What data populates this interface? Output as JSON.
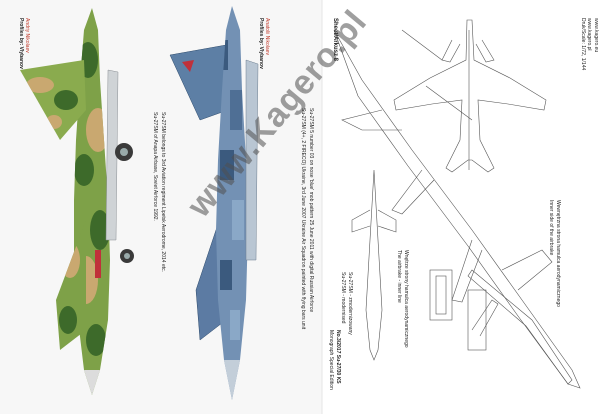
{
  "watermark": "www.Kagero.pl",
  "left_panel": {
    "author_1": "Profiles by: Vlybanov",
    "author_1_sub": "Andriy Nikolaev",
    "author_2": "Profiles by: Vlybanov",
    "author_2_sub": "Anatolii Nikolaev",
    "caption_1_line1": "Su-27SM of Anapa Airbase, Soviet Airforce 1992.",
    "caption_1_line2": "Su-27SM belongs to 3rd Aviation regiment Lipetsk Aerodrome, 2014 etc.",
    "caption_2_line1": "Su-27SM (4+, 2 FIRECO) Ukraine, 3rd June 2007 Ukraine Air Squadron painted with flying bars unit",
    "caption_2_line2": "Su-27SM 5 number 03 on nose 'blue' mob pattern 25 June 2011 with digital Russian Airforce"
  },
  "right_panel": {
    "title": "Sheet/Arkusz 8",
    "brand_line1": "www.kagero.pl",
    "brand_line2": "www.kagero.eu",
    "scale_note": "Druk/Scale: 1/72, 1/144",
    "note_1_line1": "Inner side of the airbrake",
    "note_1_line2": "Wewnętrzna strona hamulca aerodynamicznego",
    "note_2_line1": "The airbrake - inner line",
    "note_2_line2": "Wnętrze strony hamulca aerodynamicznego",
    "note_3_line1": "Su-27SM - modernised",
    "note_3_line2": "Su-27SM - zmodernizowany",
    "footer_line1": "Monograph Special Edition",
    "footer_line2": "No.3/2017 Su-27/30 KS"
  }
}
